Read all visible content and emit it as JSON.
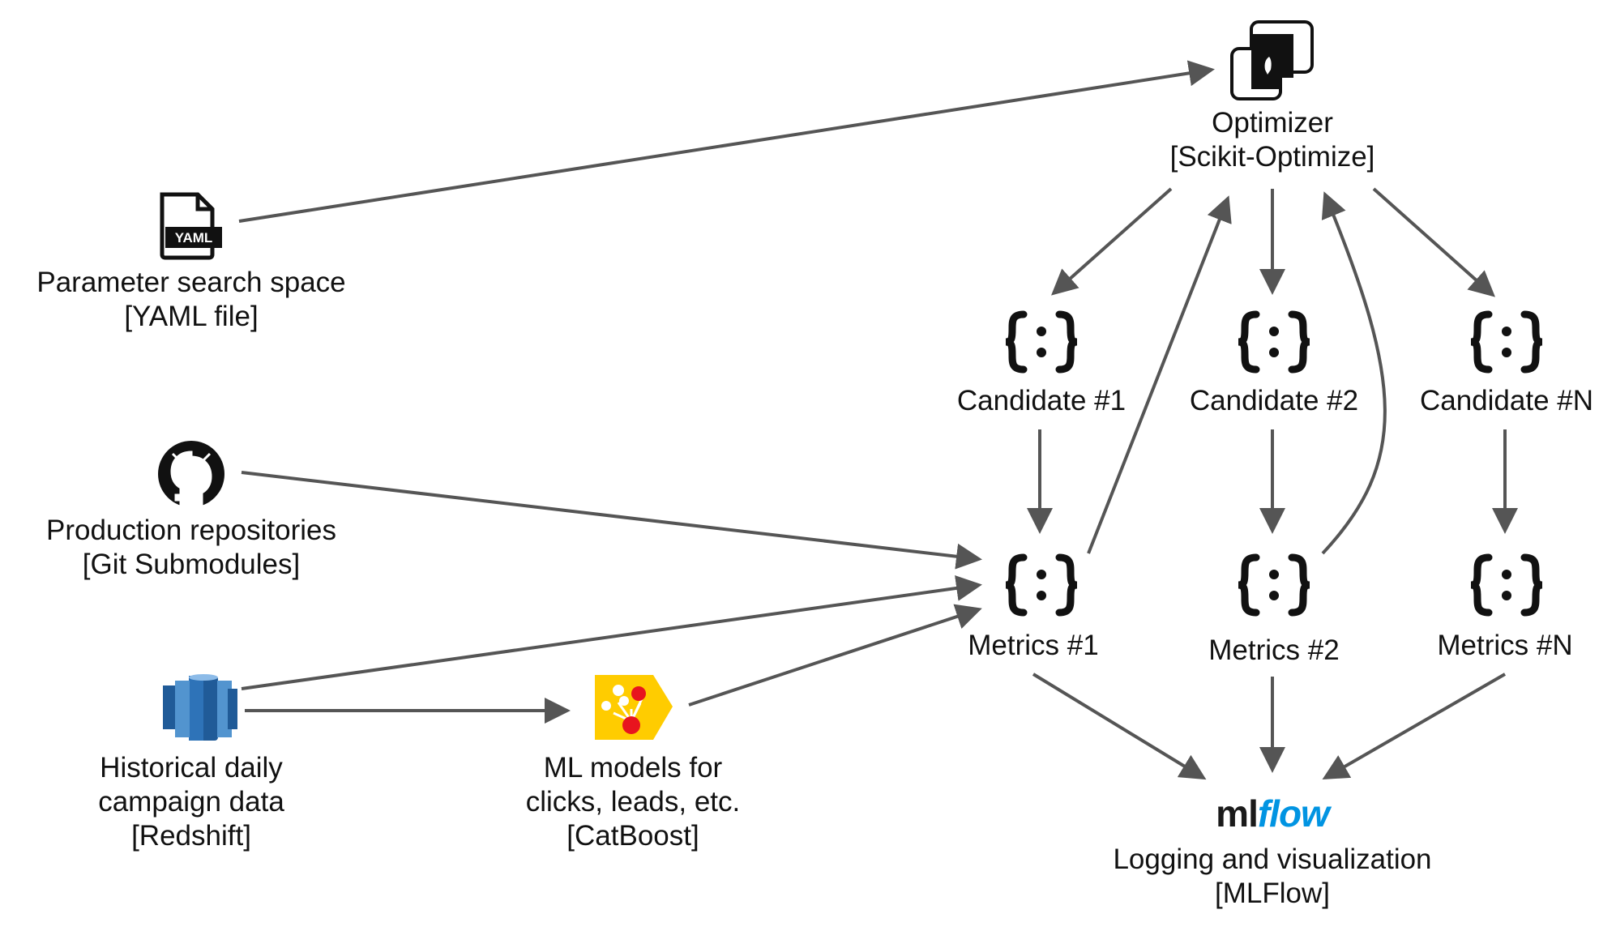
{
  "nodes": {
    "optimizer": {
      "name": "Optimizer",
      "tech": "[Scikit-Optimize]",
      "icon": "scikit-optimize-icon"
    },
    "param_space": {
      "name": "Parameter search space",
      "tech": "[YAML file]",
      "icon": "yaml-file-icon",
      "icon_text": "YAML"
    },
    "prod_repos": {
      "name": "Production repositories",
      "tech": "[Git Submodules]",
      "icon": "github-icon"
    },
    "hist_data": {
      "line1": "Historical daily",
      "line2": "campaign data",
      "tech": "[Redshift]",
      "icon": "redshift-icon"
    },
    "ml_models": {
      "line1": "ML models for",
      "line2": "clicks, leads, etc.",
      "tech": "[CatBoost]",
      "icon": "catboost-icon"
    },
    "candidates": [
      {
        "label": "Candidate #1",
        "icon": "json-braces-icon"
      },
      {
        "label": "Candidate #2",
        "icon": "json-braces-icon"
      },
      {
        "label": "Candidate #N",
        "icon": "json-braces-icon"
      }
    ],
    "metrics": [
      {
        "label": "Metrics #1",
        "icon": "json-braces-icon"
      },
      {
        "label": "Metrics #2",
        "icon": "json-braces-icon"
      },
      {
        "label": "Metrics #N",
        "icon": "json-braces-icon"
      }
    ],
    "mlflow": {
      "logo_ml": "ml",
      "logo_flow": "flow",
      "name": "Logging and visualization",
      "tech": "[MLFlow]",
      "icon": "mlflow-logo"
    }
  },
  "edges": [
    {
      "from": "param_space",
      "to": "optimizer"
    },
    {
      "from": "optimizer",
      "to": "candidate_1"
    },
    {
      "from": "optimizer",
      "to": "candidate_2"
    },
    {
      "from": "optimizer",
      "to": "candidate_n"
    },
    {
      "from": "candidate_1",
      "to": "metrics_1"
    },
    {
      "from": "candidate_2",
      "to": "metrics_2"
    },
    {
      "from": "candidate_n",
      "to": "metrics_n"
    },
    {
      "from": "metrics_1",
      "to": "optimizer"
    },
    {
      "from": "metrics_2",
      "to": "optimizer"
    },
    {
      "from": "prod_repos",
      "to": "metrics_1"
    },
    {
      "from": "hist_data",
      "to": "metrics_1"
    },
    {
      "from": "hist_data",
      "to": "ml_models"
    },
    {
      "from": "ml_models",
      "to": "metrics_1"
    },
    {
      "from": "metrics_1",
      "to": "mlflow"
    },
    {
      "from": "metrics_2",
      "to": "mlflow"
    },
    {
      "from": "metrics_n",
      "to": "mlflow"
    }
  ],
  "colors": {
    "edge": "#555555",
    "redshift_dark": "#205b98",
    "redshift_light": "#5294cf",
    "catboost_yellow": "#ffcc00",
    "catboost_red": "#e8141e",
    "mlflow_blue": "#0194e2",
    "mlflow_dark": "#1a1a1a"
  }
}
